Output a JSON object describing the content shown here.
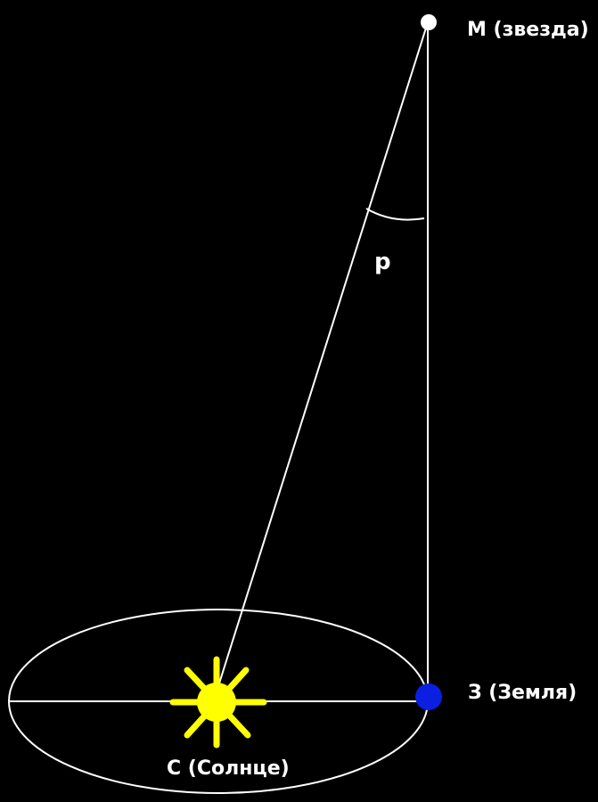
{
  "labels": {
    "star": "М (звезда)",
    "earth": "З (Земля)",
    "sun": "С (Солнце)",
    "angle": "p"
  },
  "colors": {
    "background": "#000000",
    "lines": "#ffffff",
    "sun": "#ffff00",
    "earth": "#0a1fe0",
    "star": "#ffffff"
  }
}
